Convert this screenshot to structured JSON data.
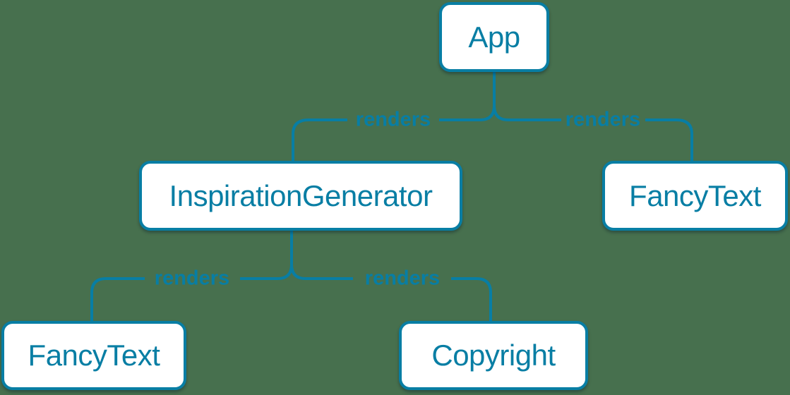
{
  "diagram": {
    "type": "component-render-tree",
    "nodes": [
      {
        "id": "app",
        "label": "App"
      },
      {
        "id": "inspiration-generator",
        "label": "InspirationGenerator"
      },
      {
        "id": "fancy-text-top",
        "label": "FancyText"
      },
      {
        "id": "fancy-text-bottom",
        "label": "FancyText"
      },
      {
        "id": "copyright",
        "label": "Copyright"
      }
    ],
    "edges": [
      {
        "from": "App",
        "to": "InspirationGenerator",
        "label": "renders"
      },
      {
        "from": "App",
        "to": "FancyText",
        "label": "renders"
      },
      {
        "from": "InspirationGenerator",
        "to": "FancyText",
        "label": "renders"
      },
      {
        "from": "InspirationGenerator",
        "to": "Copyright",
        "label": "renders"
      }
    ]
  },
  "colors": {
    "accent": "#087EA4",
    "node_fill": "#FFFFFF",
    "background": "#47704E"
  }
}
